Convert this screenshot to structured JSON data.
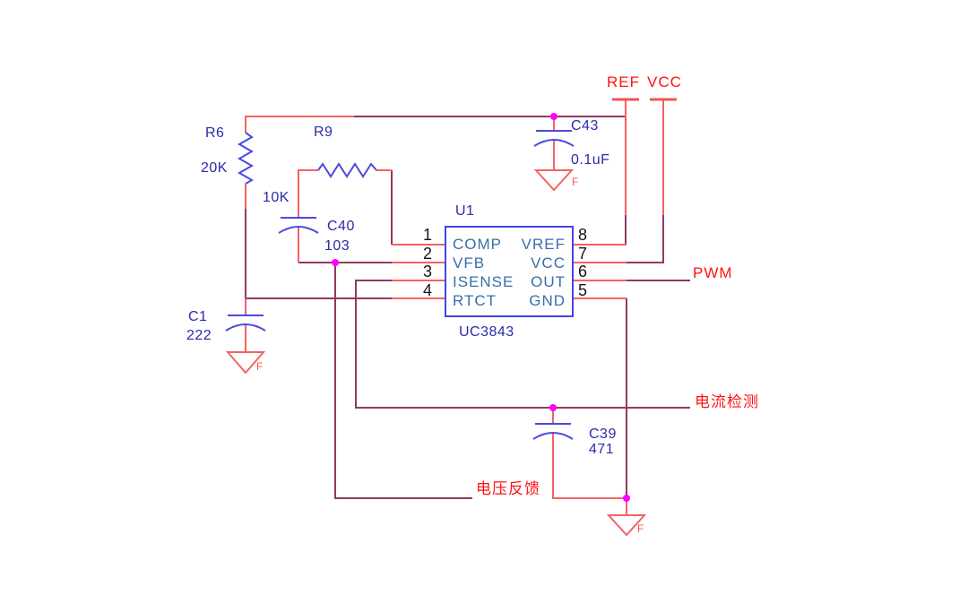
{
  "ic": {
    "designator": "U1",
    "part": "UC3843",
    "left_pins": [
      {
        "number": "1",
        "name": "COMP"
      },
      {
        "number": "2",
        "name": "VFB"
      },
      {
        "number": "3",
        "name": "ISENSE"
      },
      {
        "number": "4",
        "name": "RTCT"
      }
    ],
    "right_pins": [
      {
        "number": "8",
        "name": "VREF"
      },
      {
        "number": "7",
        "name": "VCC"
      },
      {
        "number": "6",
        "name": "OUT"
      },
      {
        "number": "5",
        "name": "GND"
      }
    ]
  },
  "components": {
    "r6": {
      "ref": "R6",
      "value": "20K"
    },
    "r9": {
      "ref": "R9",
      "value": "10K"
    },
    "c40": {
      "ref": "C40",
      "value": "103"
    },
    "c1": {
      "ref": "C1",
      "value": "222"
    },
    "c43": {
      "ref": "C43",
      "value": "0.1uF"
    },
    "c39": {
      "ref": "C39",
      "value": "471"
    }
  },
  "net_labels": {
    "ref_power": "REF",
    "vcc_power": "VCC",
    "pwm": "PWM",
    "current_sense": "电流检测",
    "voltage_feedback": "电压反馈",
    "ground_flag": "F"
  },
  "colors": {
    "wire": "#8F3A60",
    "lead": "#F46262",
    "symbol_blue": "#4A4AE0",
    "ic_border": "#4343E6",
    "designator_text": "#2B2BA8",
    "pin_name_text": "#3A6EA8",
    "net_label_text": "#FF1212",
    "junction": "#FF00FF"
  }
}
